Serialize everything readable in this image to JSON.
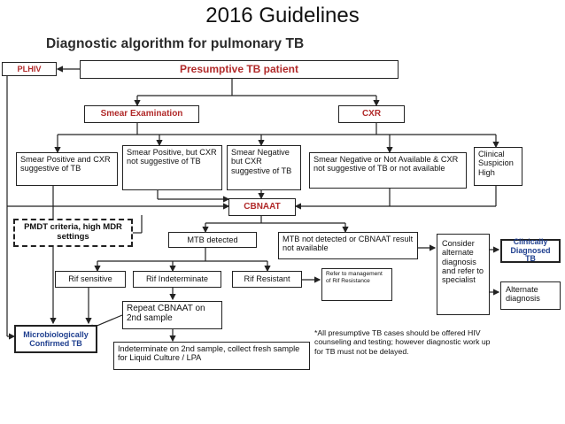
{
  "slide_title": "2016 Guidelines",
  "diagram_title": "Diagnostic algorithm for pulmonary TB",
  "nodes": {
    "plhiv": "PLHIV",
    "presumptive": "Presumptive TB patient",
    "smear_exam": "Smear Examination",
    "cxr": "CXR",
    "smear_pos_cxr_sugg": "Smear Positive and CXR suggestive of TB",
    "smear_pos_cxr_not": "Smear Positive, but CXR not suggestive of TB",
    "smear_neg_cxr_sugg": "Smear Negative but CXR suggestive of TB",
    "smear_neg_na": "Smear Negative or Not Available & CXR not suggestive of TB or not available",
    "clinical_suspicion": "Clinical Suspicion High",
    "cbnaat": "CBNAAT",
    "pmdt": "PMDT criteria, high MDR settings",
    "mtb_detected": "MTB detected",
    "mtb_not_detected": "MTB not detected or CBNAAT result not available",
    "consider_alt": "Consider alternate diagnosis and refer to specialist",
    "clinically_diagnosed": "Clinically Diagnosed TB",
    "alternate_diagnosis": "Alternate diagnosis",
    "rif_sensitive": "Rif sensitive",
    "rif_indeterminate": "Rif Indeterminate",
    "rif_resistant": "Rif Resistant",
    "refer_mgmt": "Refer to management of Rif Resistance",
    "repeat_cbnaat": "Repeat CBNAAT on 2nd sample",
    "indeterminate_2nd": "Indeterminate on 2nd sample, collect fresh sample for Liquid Culture / LPA",
    "micro_confirmed": "Microbiologically Confirmed TB"
  },
  "footnote": "*All presumptive TB cases should be offered HIV counseling and testing; however diagnostic work up for TB must not be delayed.",
  "colors": {
    "label_red": "#b12a2a",
    "label_blue": "#1f3f8f",
    "line": "#222222"
  }
}
